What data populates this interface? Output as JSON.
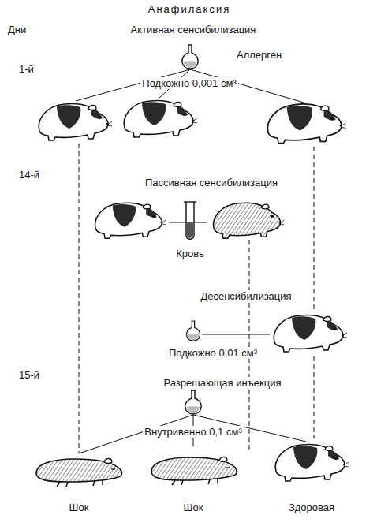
{
  "diagram": {
    "title": "Анафилаксия",
    "labels": [
      "Дни",
      "Активная сенсибилизация",
      "1-й",
      "Аллерген",
      "Подкожно 0,001 см³",
      "14-й",
      "Пассивная сенсибилизация",
      "Кровь",
      "Десенсибилизация",
      "Подкожно 0,01 см³",
      "15-й",
      "Разрешающая инъекция",
      "Внутривенно 0,1 см³",
      "Шок",
      "Шок",
      "Здоровая"
    ]
  }
}
